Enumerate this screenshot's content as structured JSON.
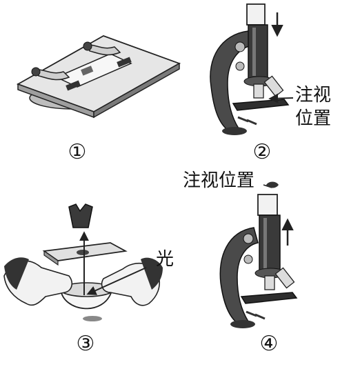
{
  "panels": [
    {
      "id": "1",
      "label": "①"
    },
    {
      "id": "2",
      "label": "②",
      "annotation_line1": "注视",
      "annotation_line2": "位置"
    },
    {
      "id": "3",
      "label": "③",
      "annotation": "光"
    },
    {
      "id": "4",
      "label": "④",
      "annotation": "注视位置"
    }
  ]
}
